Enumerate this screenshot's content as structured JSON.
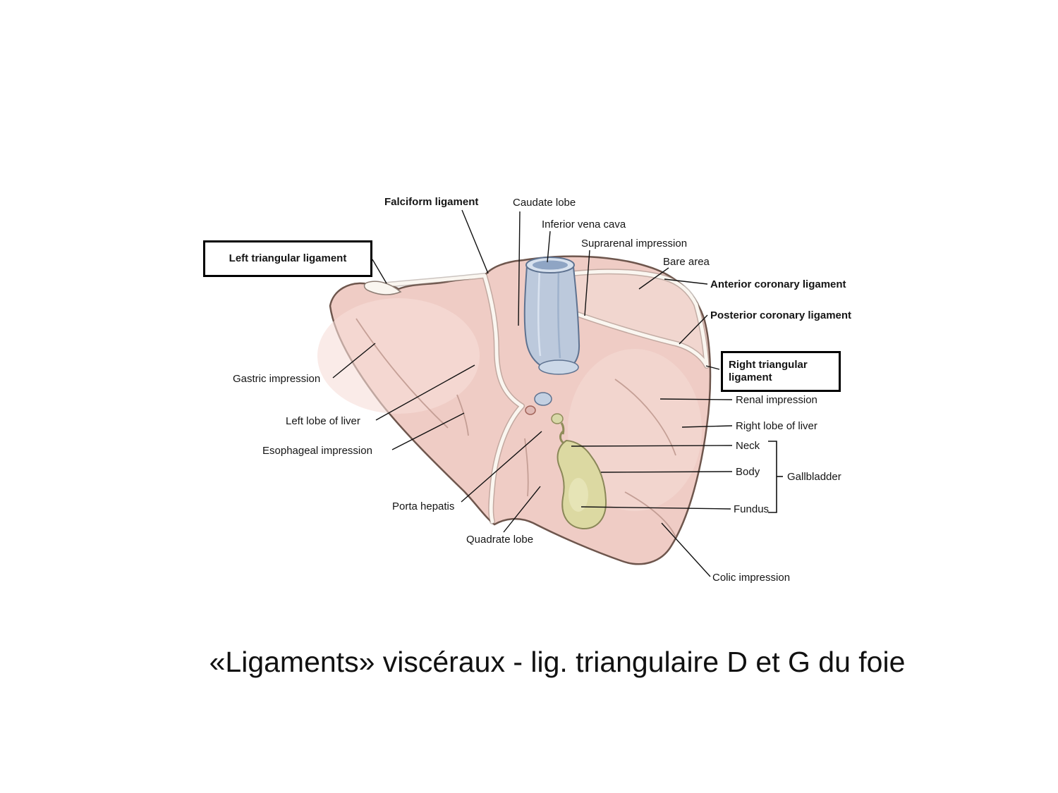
{
  "caption": "«Ligaments» viscéraux - lig. triangulaire D et G du foie",
  "labels": {
    "falciform_ligament": "Falciform ligament",
    "caudate_lobe": "Caudate lobe",
    "inferior_vena_cava": "Inferior vena cava",
    "suprarenal_impression": "Suprarenal impression",
    "bare_area": "Bare area",
    "anterior_coronary_ligament": "Anterior coronary ligament",
    "posterior_coronary_ligament": "Posterior coronary ligament",
    "left_triangular_ligament": "Left triangular ligament",
    "right_triangular_ligament": "Right triangular ligament",
    "gastric_impression": "Gastric impression",
    "left_lobe_of_liver": "Left lobe of liver",
    "esophageal_impression": "Esophageal impression",
    "porta_hepatis": "Porta hepatis",
    "quadrate_lobe": "Quadrate lobe",
    "renal_impression": "Renal impression",
    "right_lobe_of_liver": "Right lobe of liver",
    "neck": "Neck",
    "body": "Body",
    "gallbladder": "Gallbladder",
    "fundus": "Fundus",
    "colic_impression": "Colic impression"
  },
  "colors": {
    "liver": "#efccc5",
    "liver_highlight": "#f6ded8",
    "bare_area": "#f1d6cf",
    "ligament_white": "#faf6f0",
    "vena_cava": "#bcc9dc",
    "gallbladder": "#dcd9a2",
    "outline": "#6e564d",
    "leader_line": "#111111",
    "label_text": "#151515"
  }
}
